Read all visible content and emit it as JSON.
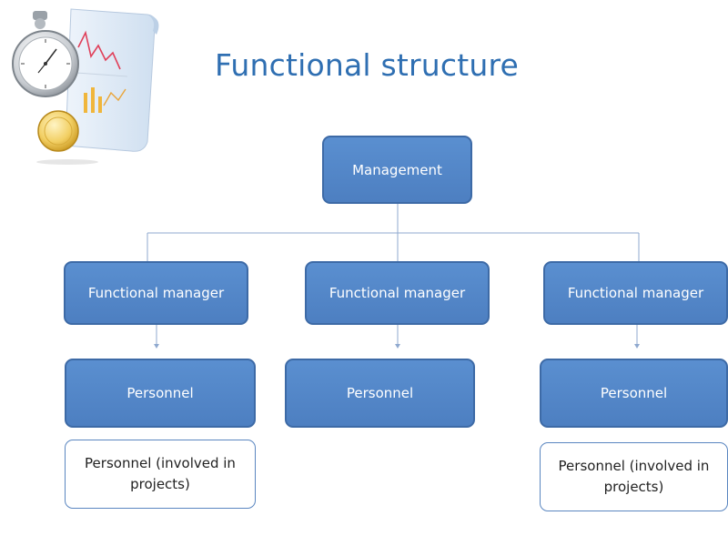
{
  "title": "Functional structure",
  "chart": {
    "root": {
      "label": "Management"
    },
    "managers": [
      {
        "label": "Functional manager"
      },
      {
        "label": "Functional manager"
      },
      {
        "label": "Functional manager"
      }
    ],
    "personnel": [
      {
        "label": "Personnel"
      },
      {
        "label": "Personnel"
      },
      {
        "label": "Personnel"
      }
    ],
    "project_personnel": [
      {
        "label": "Personnel (involved in projects)"
      },
      {
        "label": "Personnel (involved in projects)"
      }
    ]
  },
  "colors": {
    "title": "#2f6fb2",
    "box_fill": "#4f81bd",
    "box_border": "#3d6aa6",
    "connector": "#8fa9cf"
  },
  "icons": {
    "decoration": "stopwatch-report-clipart-icon"
  }
}
